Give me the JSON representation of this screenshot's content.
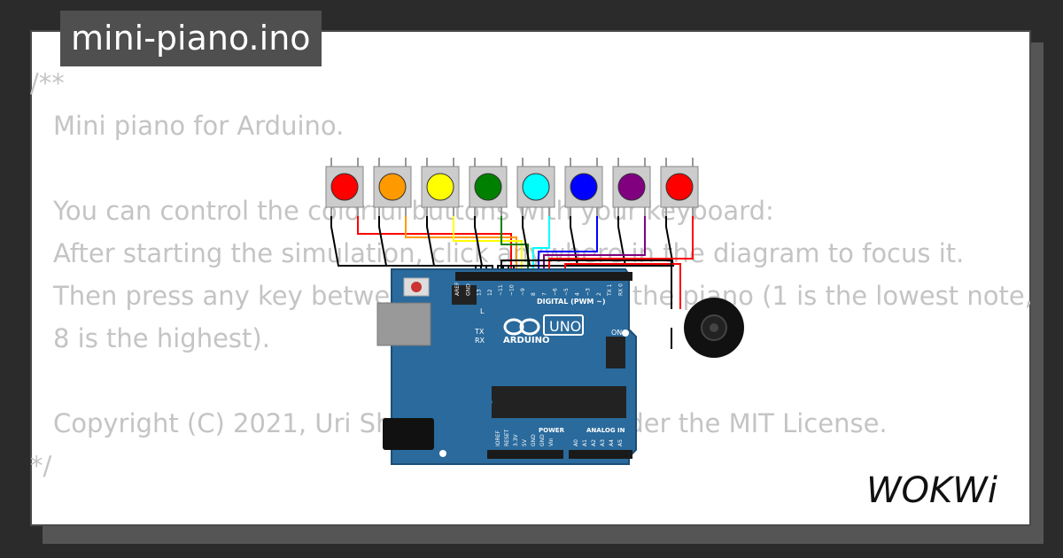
{
  "file": {
    "name": "mini-piano.ino"
  },
  "code_comment": [
    "/**",
    "Mini piano for Arduino.",
    "",
    "You can control the colorful buttons with your keyboard:",
    "After starting the simulation, click anywhere in the diagram to focus it.",
    "Then press any key between 1 and 8 to play the piano (1 is the lowest note,",
    "8 is the highest).",
    "",
    "Copyright (C) 2021, Uri Shaked. Released under the MIT License.",
    "*/"
  ],
  "diagram": {
    "button_colors": [
      "#ff0000",
      "#ff9900",
      "#ffff00",
      "#008000",
      "#00ffff",
      "#0000ff",
      "#800080",
      "#ff0000"
    ],
    "board": {
      "name": "UNO",
      "brand": "ARDUINO",
      "digital_header": "DIGITAL (PWM ~)",
      "power_header": "POWER",
      "analog_header": "ANALOG IN",
      "on_label": "ON",
      "l_label": "L",
      "tx_label": "TX",
      "rx_label": "RX",
      "top_pins": [
        "AREF",
        "GND",
        "13",
        "12",
        "~11",
        "~10",
        "~9",
        "8",
        "7",
        "~6",
        "~5",
        "4",
        "~3",
        "2",
        "TX 1",
        "RX 0"
      ],
      "power_pins": [
        "IOREF",
        "RESET",
        "3.3V",
        "5V",
        "GND",
        "GND",
        "Vin"
      ],
      "analog_pins": [
        "A0",
        "A1",
        "A2",
        "A3",
        "A4",
        "A5"
      ]
    }
  },
  "brand": {
    "logo_text": "WOKWi"
  }
}
